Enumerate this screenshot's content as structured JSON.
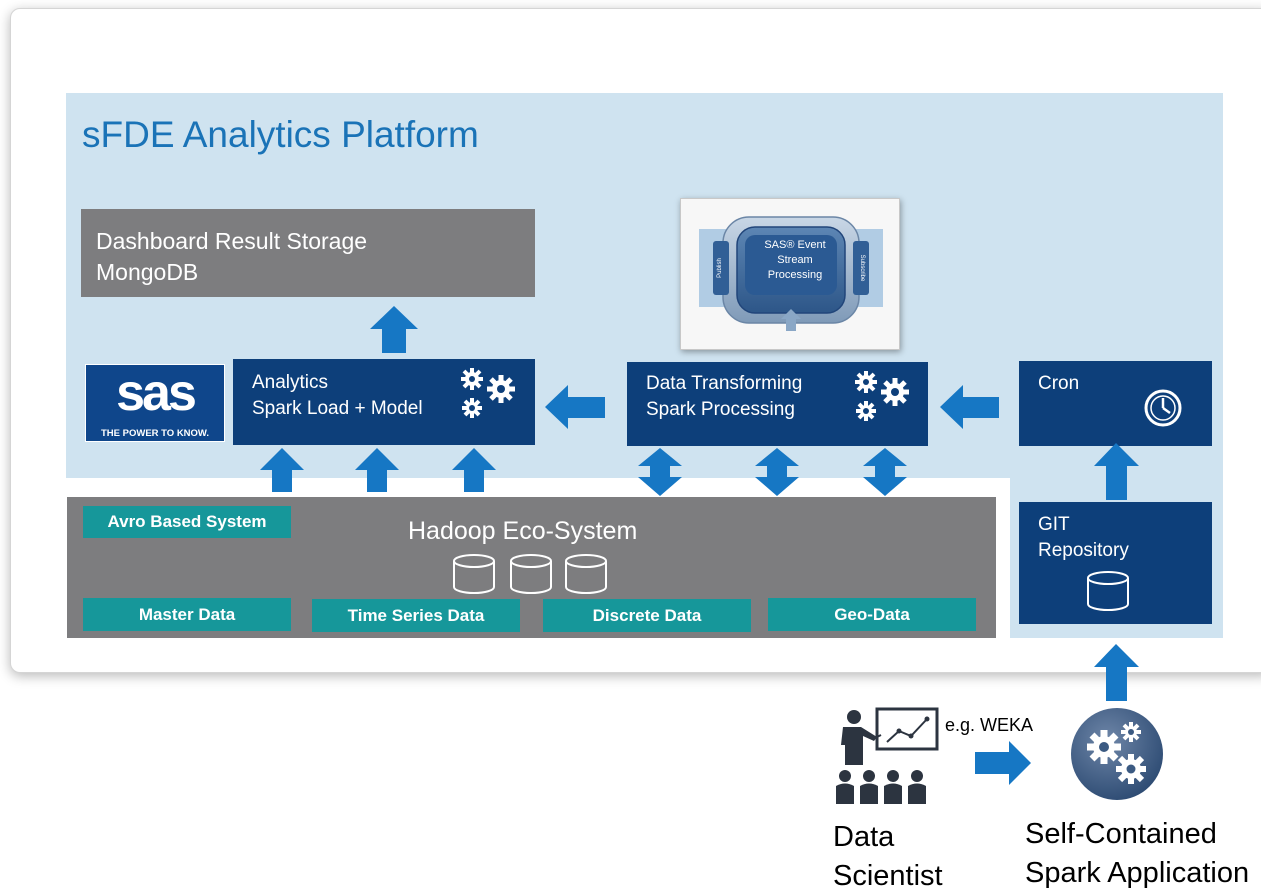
{
  "platform": {
    "title": "sFDE Analytics Platform"
  },
  "storage": {
    "line1": "Dashboard Result Storage",
    "line2": "MongoDB"
  },
  "sas_logo": {
    "wordmark": "sas",
    "tagline": "THE POWER TO KNOW."
  },
  "esp": {
    "line1": "SAS® Event",
    "line2": "Stream",
    "line3": "Processing",
    "left_tab": "Publish",
    "right_tab": "Subscribe"
  },
  "analytics": {
    "line1": "Analytics",
    "line2": "Spark Load + Model"
  },
  "transform": {
    "line1": "Data Transforming",
    "line2": "Spark Processing"
  },
  "cron": {
    "label": "Cron"
  },
  "git": {
    "line1": "GIT",
    "line2": "Repository"
  },
  "hadoop": {
    "title": "Hadoop Eco-System",
    "avro": "Avro Based System",
    "master": "Master Data",
    "timeseries": "Time Series Data",
    "discrete": "Discrete Data",
    "geo": "Geo-Data"
  },
  "bottom": {
    "tool_label": "e.g. WEKA",
    "scientist_line1": "Data",
    "scientist_line2": "Scientist",
    "app_line1": "Self-Contained",
    "app_line2": "Spark Application"
  },
  "colors": {
    "platform_bg": "#cfe3f0",
    "navy": "#0d3f7a",
    "gray": "#7d7d7f",
    "teal": "#16979a",
    "arrow": "#1677c4",
    "title_blue": "#1a73b7"
  },
  "icons": [
    "gears-icon",
    "clock-icon",
    "database-icon",
    "presenter-icon",
    "cogs-app-icon",
    "arrow-icon"
  ]
}
